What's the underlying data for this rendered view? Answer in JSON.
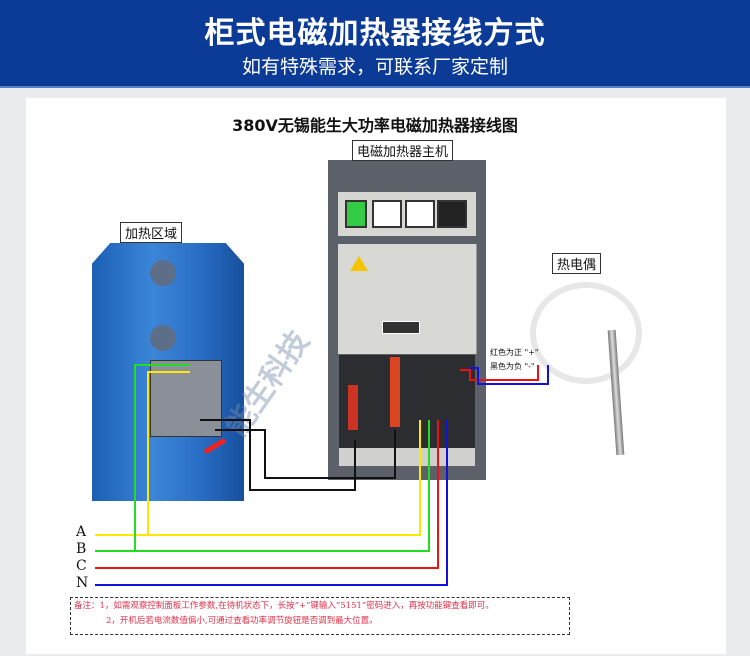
{
  "header": {
    "title": "柜式电磁加热器接线方式",
    "subtitle": "如有特殊需求，可联系厂家定制"
  },
  "diagram": {
    "title": "380V无锡能生大功率电磁加热器接线图",
    "heater_label": "加热区域",
    "cabinet_label": "电磁加热器主机",
    "thermocouple_label": "热电偶",
    "polarity": [
      "红色为正 \"+\"",
      "黑色为负 \"-\""
    ],
    "phases": [
      "A",
      "B",
      "C",
      "N"
    ],
    "phase_colors": {
      "A": "#ffe800",
      "B": "#22dd22",
      "C": "#ee1111",
      "N": "#1111dd"
    },
    "watermark": "能生科技"
  },
  "note": {
    "line1": "备注：1，如需观察控制面板工作参数,在待机状态下，长按“+”键输入“5151”密码进入，再按功能键查看即可。",
    "line2": "2，开机后若电流数值偏小,可通过查看功率调节旋钮是否调到最大位置。"
  }
}
